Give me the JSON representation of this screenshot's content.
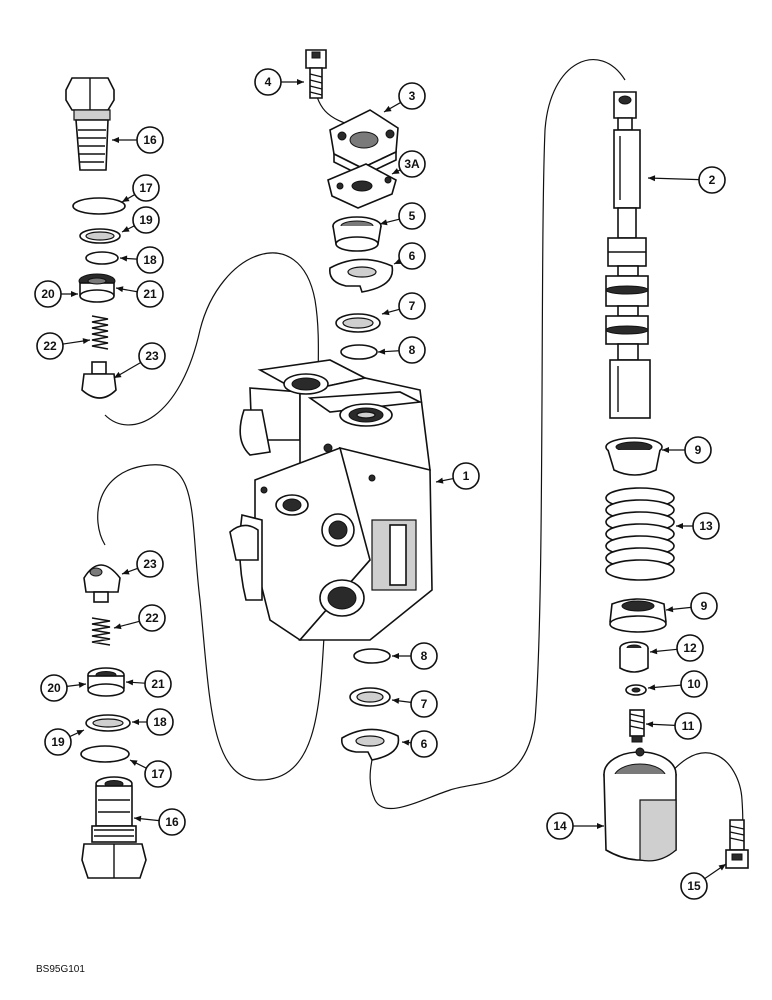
{
  "diagram": {
    "document_code": "BS95G101",
    "callouts": [
      {
        "id": "c1",
        "label": "1"
      },
      {
        "id": "c2",
        "label": "2"
      },
      {
        "id": "c3",
        "label": "3"
      },
      {
        "id": "c3a",
        "label": "3A"
      },
      {
        "id": "c4",
        "label": "4"
      },
      {
        "id": "c5",
        "label": "5"
      },
      {
        "id": "c6a",
        "label": "6"
      },
      {
        "id": "c6b",
        "label": "6"
      },
      {
        "id": "c7a",
        "label": "7"
      },
      {
        "id": "c7b",
        "label": "7"
      },
      {
        "id": "c8a",
        "label": "8"
      },
      {
        "id": "c8b",
        "label": "8"
      },
      {
        "id": "c9a",
        "label": "9"
      },
      {
        "id": "c9b",
        "label": "9"
      },
      {
        "id": "c10",
        "label": "10"
      },
      {
        "id": "c11",
        "label": "11"
      },
      {
        "id": "c12",
        "label": "12"
      },
      {
        "id": "c13",
        "label": "13"
      },
      {
        "id": "c14",
        "label": "14"
      },
      {
        "id": "c15",
        "label": "15"
      },
      {
        "id": "c16a",
        "label": "16"
      },
      {
        "id": "c16b",
        "label": "16"
      },
      {
        "id": "c17a",
        "label": "17"
      },
      {
        "id": "c17b",
        "label": "17"
      },
      {
        "id": "c18a",
        "label": "18"
      },
      {
        "id": "c18b",
        "label": "18"
      },
      {
        "id": "c19a",
        "label": "19"
      },
      {
        "id": "c19b",
        "label": "19"
      },
      {
        "id": "c20a",
        "label": "20"
      },
      {
        "id": "c20b",
        "label": "20"
      },
      {
        "id": "c21a",
        "label": "21"
      },
      {
        "id": "c21b",
        "label": "21"
      },
      {
        "id": "c22a",
        "label": "22"
      },
      {
        "id": "c22b",
        "label": "22"
      },
      {
        "id": "c23a",
        "label": "23"
      },
      {
        "id": "c23b",
        "label": "23"
      }
    ]
  }
}
